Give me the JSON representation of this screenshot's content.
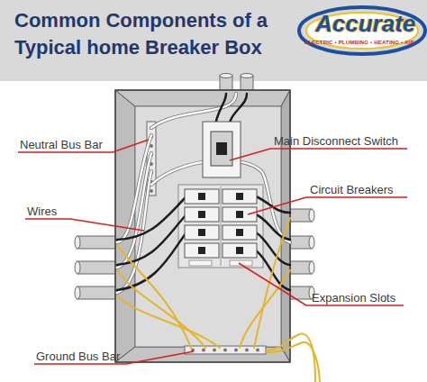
{
  "diagram": {
    "title": "Common Components of a Typical home Breaker Box",
    "labels": [
      "Accurate",
      "ELECTRIC • PLUMBING • HEATING • AIR",
      "Neutral Bus Bar",
      "Main Disconnect Switch",
      "Wires",
      "Circuit Breakers",
      "Expansion Slots",
      "Ground Bus Bar"
    ]
  }
}
